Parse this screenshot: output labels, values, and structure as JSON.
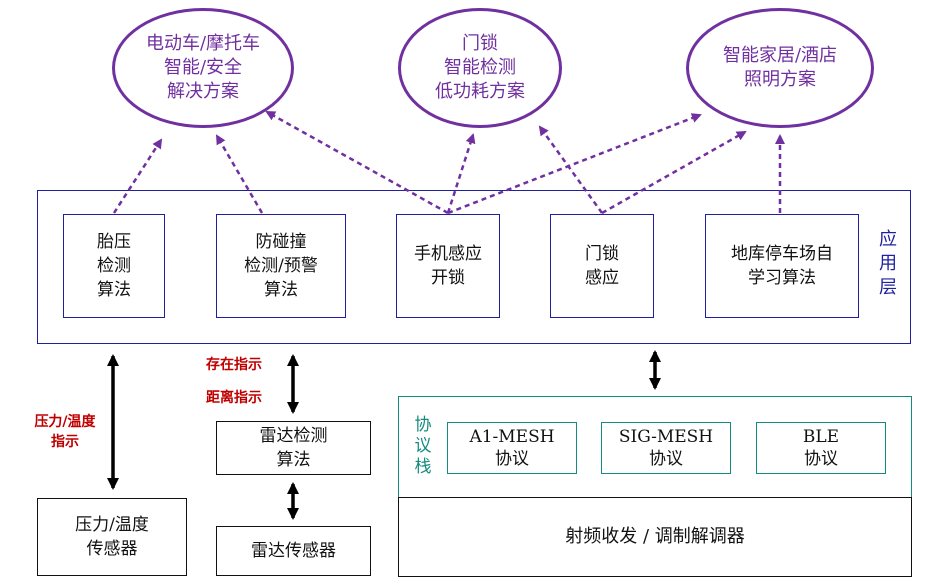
{
  "solutions": [
    {
      "label": "电动车/摩托车\n智能/安全\n解决方案"
    },
    {
      "label": "门锁\n智能检测\n低功耗方案"
    },
    {
      "label": "智能家居/酒店\n照明方案"
    }
  ],
  "app_layer": {
    "title": "应用层",
    "modules": [
      {
        "label": "胎压\n检测\n算法"
      },
      {
        "label": "防碰撞\n检测/预警\n算法"
      },
      {
        "label": "手机感应\n开锁"
      },
      {
        "label": "门锁\n感应"
      },
      {
        "label": "地库停车场自\n学习算法"
      }
    ]
  },
  "protocol_stack": {
    "title": "协议栈",
    "protocols": [
      {
        "label": "A1-MESH\n协议"
      },
      {
        "label": "SIG-MESH\n协议"
      },
      {
        "label": "BLE\n协议"
      }
    ]
  },
  "rf_box": {
    "label": "射频收发 / 调制解调器"
  },
  "radar_algo": {
    "label": "雷达检测\n算法"
  },
  "radar_sensor": {
    "label": "雷达传感器"
  },
  "pressure_sensor": {
    "label": "压力/温度\n传感器"
  },
  "annotations": {
    "pressure_temp": "压力/温度\n指示",
    "presence": "存在指示",
    "distance": "距离指示"
  },
  "colors": {
    "purple": "#7030a0",
    "blue": "#1f1fa0",
    "teal": "#138b7e",
    "red": "#c00000"
  }
}
